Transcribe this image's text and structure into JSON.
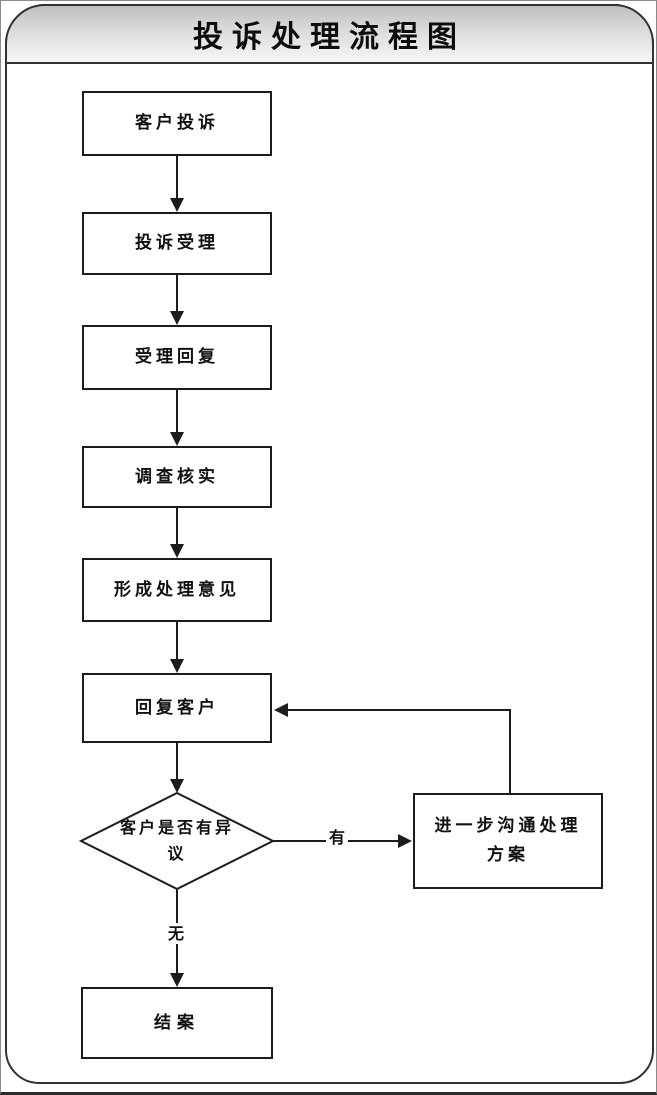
{
  "title": "投诉处理流程图",
  "colors": {
    "line": "#1c1c1c",
    "node_fill": "#ffffff",
    "text": "#111111",
    "band_top": "#bfbfbf",
    "band_mid": "#dcdcdc",
    "band_bottom": "#f6f6f6"
  },
  "flowchart": {
    "type": "flowchart",
    "direction": "top-down",
    "nodes": [
      {
        "id": "customer-complaint",
        "type": "process",
        "label": "客户投诉"
      },
      {
        "id": "complaint-acceptance",
        "type": "process",
        "label": "投诉受理"
      },
      {
        "id": "acceptance-reply",
        "type": "process",
        "label": "受理回复"
      },
      {
        "id": "investigation-verify",
        "type": "process",
        "label": "调查核实"
      },
      {
        "id": "form-handling-opinion",
        "type": "process",
        "label": "形成处理意见"
      },
      {
        "id": "reply-customer",
        "type": "process",
        "label": "回复客户"
      },
      {
        "id": "objection-decision",
        "type": "decision",
        "label": "客户是否有异议"
      },
      {
        "id": "further-communication",
        "type": "process",
        "label": "进一步沟通处理方案"
      },
      {
        "id": "close-case",
        "type": "process",
        "label": "结案"
      }
    ],
    "edges": [
      {
        "from": "customer-complaint",
        "to": "complaint-acceptance",
        "label": ""
      },
      {
        "from": "complaint-acceptance",
        "to": "acceptance-reply",
        "label": ""
      },
      {
        "from": "acceptance-reply",
        "to": "investigation-verify",
        "label": ""
      },
      {
        "from": "investigation-verify",
        "to": "form-handling-opinion",
        "label": ""
      },
      {
        "from": "form-handling-opinion",
        "to": "reply-customer",
        "label": ""
      },
      {
        "from": "reply-customer",
        "to": "objection-decision",
        "label": ""
      },
      {
        "from": "objection-decision",
        "to": "further-communication",
        "label": "有"
      },
      {
        "from": "objection-decision",
        "to": "close-case",
        "label": "无"
      },
      {
        "from": "further-communication",
        "to": "reply-customer",
        "label": ""
      }
    ]
  }
}
